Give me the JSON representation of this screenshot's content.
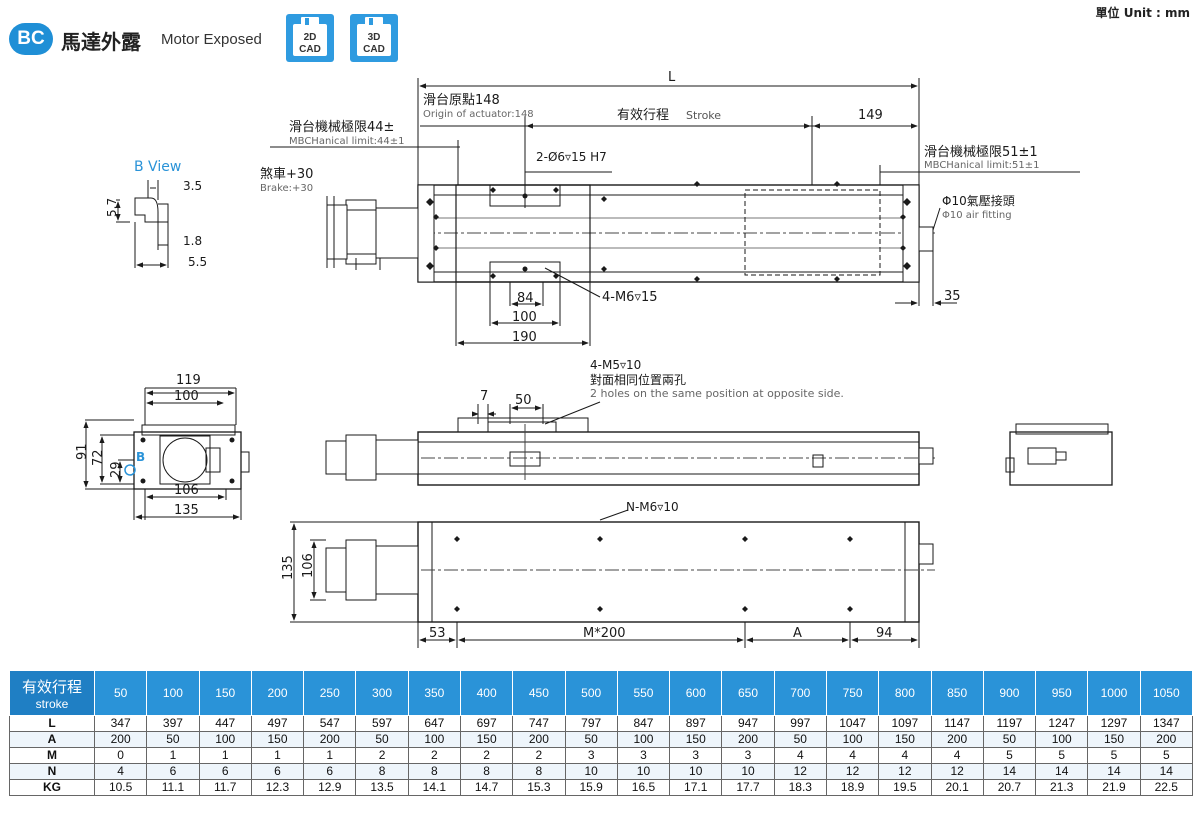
{
  "header": {
    "badge": "BC",
    "title_zh": "馬達外露",
    "title_en": "Motor Exposed",
    "cad_2d_top": "2D",
    "cad_2d_bottom": "CAD",
    "cad_3d_top": "3D",
    "cad_3d_bottom": "CAD",
    "unit": "單位 Unit : mm"
  },
  "labels": {
    "l": "L",
    "origin_zh": "滑台原點148",
    "origin_en": "Origin of actuator:148",
    "stroke_zh": "有效行程",
    "stroke_en": "Stroke",
    "d149": "149",
    "mech_left_zh": "滑台機械極限44±",
    "mech_left_en": "MBCHanical limit:44±1",
    "mech_right_zh": "滑台機械極限51±1",
    "mech_right_en": "MBCHanical limit:51±1",
    "pin_hole": "2-Ø6▿15 H7",
    "brake_zh": "煞車+30",
    "brake_en": "Brake:+30",
    "air_zh": "Φ10氣壓接頭",
    "air_en": "Φ10 air fitting",
    "b_view": "B View",
    "bv_35": "3.5",
    "bv_57": "5.7",
    "bv_18": "1.8",
    "bv_55": "5.5",
    "d84": "84",
    "d100": "100",
    "d190": "190",
    "m6_15": "4-M6▿15",
    "d35": "35",
    "d119": "119",
    "d100b": "100",
    "d91": "91",
    "d72": "72",
    "d29": "29",
    "b_mark": "B",
    "d106": "106",
    "d135": "135",
    "d7": "7",
    "d50": "50",
    "m5_10": "4-M5▿10",
    "m5_zh": "對面相同位置兩孔",
    "m5_en": "2 holes on the same position at opposite side.",
    "n_m6": "N-M6▿10",
    "d135v": "135",
    "d106v": "106",
    "d53": "53",
    "m200": "M*200",
    "a_label": "A",
    "d94": "94"
  },
  "table": {
    "header_zh": "有效行程",
    "header_en": "stroke",
    "strokes": [
      "50",
      "100",
      "150",
      "200",
      "250",
      "300",
      "350",
      "400",
      "450",
      "500",
      "550",
      "600",
      "650",
      "700",
      "750",
      "800",
      "850",
      "900",
      "950",
      "1000",
      "1050"
    ],
    "rows": [
      {
        "label": "L",
        "values": [
          "347",
          "397",
          "447",
          "497",
          "547",
          "597",
          "647",
          "697",
          "747",
          "797",
          "847",
          "897",
          "947",
          "997",
          "1047",
          "1097",
          "1147",
          "1197",
          "1247",
          "1297",
          "1347"
        ]
      },
      {
        "label": "A",
        "values": [
          "200",
          "50",
          "100",
          "150",
          "200",
          "50",
          "100",
          "150",
          "200",
          "50",
          "100",
          "150",
          "200",
          "50",
          "100",
          "150",
          "200",
          "50",
          "100",
          "150",
          "200"
        ]
      },
      {
        "label": "M",
        "values": [
          "0",
          "1",
          "1",
          "1",
          "1",
          "2",
          "2",
          "2",
          "2",
          "3",
          "3",
          "3",
          "3",
          "4",
          "4",
          "4",
          "4",
          "5",
          "5",
          "5",
          "5"
        ]
      },
      {
        "label": "N",
        "values": [
          "4",
          "6",
          "6",
          "6",
          "6",
          "8",
          "8",
          "8",
          "8",
          "10",
          "10",
          "10",
          "10",
          "12",
          "12",
          "12",
          "12",
          "14",
          "14",
          "14",
          "14"
        ]
      },
      {
        "label": "KG",
        "values": [
          "10.5",
          "11.1",
          "11.7",
          "12.3",
          "12.9",
          "13.5",
          "14.1",
          "14.7",
          "15.3",
          "15.9",
          "16.5",
          "17.1",
          "17.7",
          "18.3",
          "18.9",
          "19.5",
          "20.1",
          "20.7",
          "21.3",
          "21.9",
          "22.5"
        ]
      }
    ]
  },
  "colors": {
    "accent": "#2a93d8",
    "badge": "#1f8fd6",
    "line": "#1a1a1a",
    "centerline": "#444444"
  }
}
